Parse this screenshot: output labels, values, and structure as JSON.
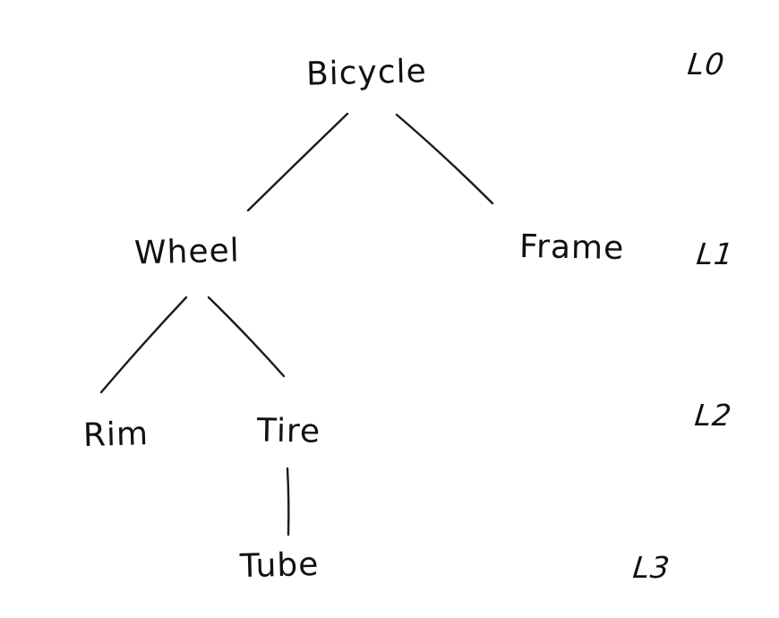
{
  "diagram": {
    "type": "tree",
    "nodes": {
      "bicycle": {
        "label": "Bicycle",
        "level": "L0"
      },
      "wheel": {
        "label": "Wheel",
        "level": "L1"
      },
      "frame": {
        "label": "Frame",
        "level": "L1"
      },
      "rim": {
        "label": "Rim",
        "level": "L2"
      },
      "tire": {
        "label": "Tire",
        "level": "L2"
      },
      "tube": {
        "label": "Tube",
        "level": "L3"
      }
    },
    "levels": {
      "l0": {
        "label": "L0"
      },
      "l1": {
        "label": "L1"
      },
      "l2": {
        "label": "L2"
      },
      "l3": {
        "label": "L3"
      }
    },
    "edges": [
      {
        "from": "Bicycle",
        "to": "Wheel"
      },
      {
        "from": "Bicycle",
        "to": "Frame"
      },
      {
        "from": "Wheel",
        "to": "Rim"
      },
      {
        "from": "Wheel",
        "to": "Tire"
      },
      {
        "from": "Tire",
        "to": "Tube"
      }
    ],
    "colors": {
      "ink": "#111111",
      "background": "#ffffff"
    }
  }
}
